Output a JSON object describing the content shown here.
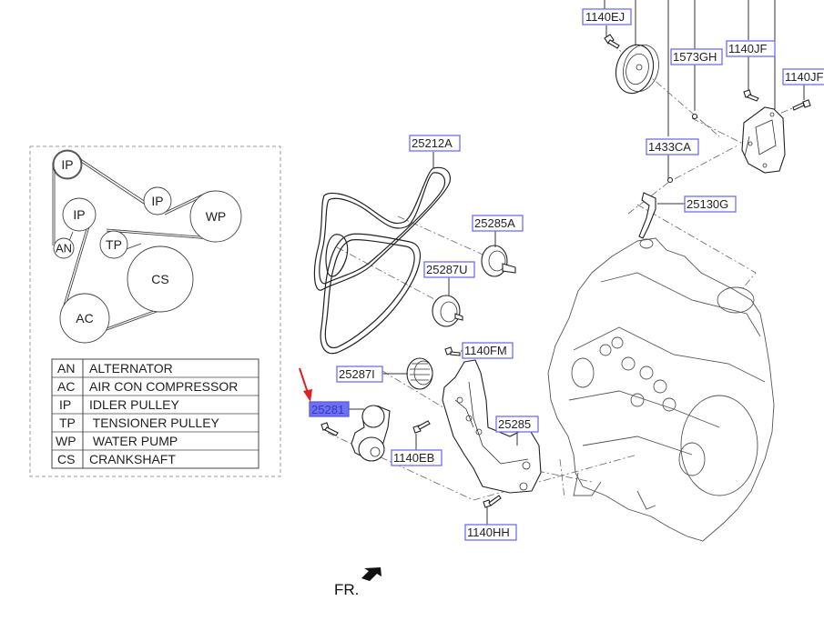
{
  "legend": {
    "pulleys": [
      {
        "code": "IP",
        "role": "idler-top"
      },
      {
        "code": "IP",
        "role": "idler-mid"
      },
      {
        "code": "IP",
        "role": "idler-left"
      },
      {
        "code": "WP",
        "role": "water-pump"
      },
      {
        "code": "AN",
        "role": "alternator"
      },
      {
        "code": "TP",
        "role": "tensioner"
      },
      {
        "code": "CS",
        "role": "crankshaft"
      },
      {
        "code": "AC",
        "role": "air-con"
      }
    ],
    "table": [
      {
        "code": "AN",
        "name": "ALTERNATOR"
      },
      {
        "code": "AC",
        "name": "AIR CON COMPRESSOR"
      },
      {
        "code": "IP",
        "name": "IDLER PULLEY"
      },
      {
        "code": "TP",
        "name": " TENSIONER PULLEY"
      },
      {
        "code": "WP",
        "name": " WATER PUMP"
      },
      {
        "code": "CS",
        "name": "CRANKSHAFT"
      }
    ]
  },
  "parts": {
    "p1140EJ": "1140EJ",
    "p1573GH": "1573GH",
    "p1140JF_a": "1140JF",
    "p1140JF_b": "1140JF",
    "p1433CA": "1433CA",
    "p25130G": "25130G",
    "p25212A": "25212A",
    "p25285A": "25285A",
    "p25287U": "25287U",
    "p1140FM": "1140FM",
    "p25287I": "25287I",
    "p25281": "25281",
    "p1140EB": "1140EB",
    "p25285": "25285",
    "p1140HH": "1140HH"
  },
  "selected_part": "25281",
  "direction_marker": "FR.",
  "colors": {
    "label_border": "#6e6ef2",
    "selected_fill": "#6f6ff4",
    "pointer_arrow": "#e02020"
  }
}
